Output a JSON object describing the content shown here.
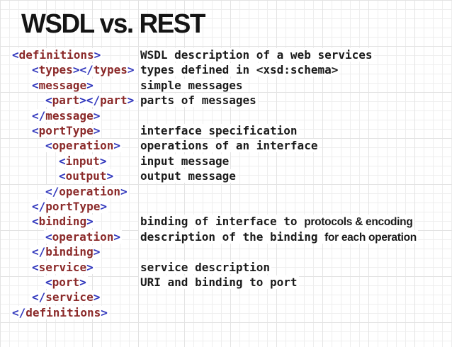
{
  "slide": {
    "title": "WSDL vs. REST",
    "colors": {
      "title": "#141414",
      "tag_name": "#8b2a2a",
      "bracket": "#3238bd",
      "description": "#1b1b1b",
      "grid_minor": "#eeeeee",
      "grid_major": "#e3e3e3",
      "highlight": "#ffffff"
    },
    "rows": [
      {
        "indent": 0,
        "tag": "<definitions>",
        "desc": "WSDL description of a web services",
        "desc2": ""
      },
      {
        "indent": 1,
        "tag": "<types></types>",
        "desc": "types defined in <xsd:schema>",
        "desc2": ""
      },
      {
        "indent": 1,
        "tag": "<message>",
        "desc": "simple messages",
        "desc2": ""
      },
      {
        "indent": 2,
        "tag": "<part></part>",
        "desc": "parts of messages",
        "desc2": ""
      },
      {
        "indent": 1,
        "tag": "</message>",
        "desc": "",
        "desc2": ""
      },
      {
        "indent": 1,
        "tag": "<portType>",
        "desc": "interface specification",
        "desc2": ""
      },
      {
        "indent": 2,
        "tag": "<operation>",
        "desc": "operations of an interface",
        "desc2": ""
      },
      {
        "indent": 3,
        "tag": "<input>",
        "desc": "input message",
        "desc2": ""
      },
      {
        "indent": 3,
        "tag": "<output>",
        "desc": "output message",
        "desc2": ""
      },
      {
        "indent": 2,
        "tag": "</operation>",
        "desc": "",
        "desc2": ""
      },
      {
        "indent": 1,
        "tag": "</portType>",
        "desc": "",
        "desc2": ""
      },
      {
        "indent": 1,
        "tag": "<binding>",
        "desc": "binding of interface to ",
        "desc2": "protocols & encoding"
      },
      {
        "indent": 2,
        "tag": "<operation>",
        "desc": "description of the binding ",
        "desc2": "for each operation"
      },
      {
        "indent": 1,
        "tag": "</binding>",
        "desc": "",
        "desc2": ""
      },
      {
        "indent": 1,
        "tag": "<service>",
        "desc": "service description",
        "desc2": ""
      },
      {
        "indent": 2,
        "tag": "<port>",
        "desc": "URI and binding to port",
        "desc2": ""
      },
      {
        "indent": 1,
        "tag": "</service>",
        "desc": "",
        "desc2": ""
      },
      {
        "indent": 0,
        "tag": "</definitions>",
        "desc": "",
        "desc2": ""
      }
    ]
  }
}
